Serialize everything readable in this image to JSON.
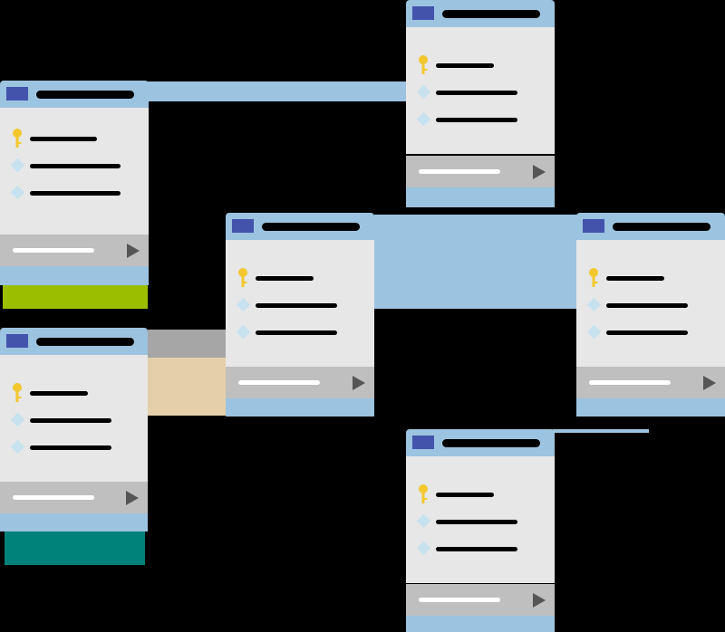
{
  "diagram": {
    "type": "database-schema",
    "tables": [
      {
        "id": "table-a",
        "rows": [
          {
            "kind": "key"
          },
          {
            "kind": "field"
          },
          {
            "kind": "field"
          }
        ]
      },
      {
        "id": "table-b",
        "rows": [
          {
            "kind": "key"
          },
          {
            "kind": "field"
          },
          {
            "kind": "field"
          }
        ]
      },
      {
        "id": "table-c",
        "rows": [
          {
            "kind": "key"
          },
          {
            "kind": "field"
          },
          {
            "kind": "field"
          }
        ]
      },
      {
        "id": "table-d",
        "rows": [
          {
            "kind": "key"
          },
          {
            "kind": "field"
          },
          {
            "kind": "field"
          }
        ]
      },
      {
        "id": "table-e",
        "rows": [
          {
            "kind": "key"
          },
          {
            "kind": "field"
          },
          {
            "kind": "field"
          }
        ]
      },
      {
        "id": "table-f",
        "rows": [
          {
            "kind": "key"
          },
          {
            "kind": "field"
          },
          {
            "kind": "field"
          }
        ]
      }
    ],
    "icons": {
      "header": "table-icon",
      "key": "key-icon",
      "field": "diamond-icon",
      "footer": "play-icon"
    },
    "colors": {
      "header": "#9cc3df",
      "header_icon": "#4353ac",
      "body": "#e7e7e7",
      "footer": "#bfbfbf",
      "key": "#f2c82e",
      "field": "#c7e2ee",
      "accent_green": "#9bbe00",
      "accent_teal": "#00827b",
      "accent_tan": "#e4cfaa",
      "background": "#000000"
    }
  }
}
